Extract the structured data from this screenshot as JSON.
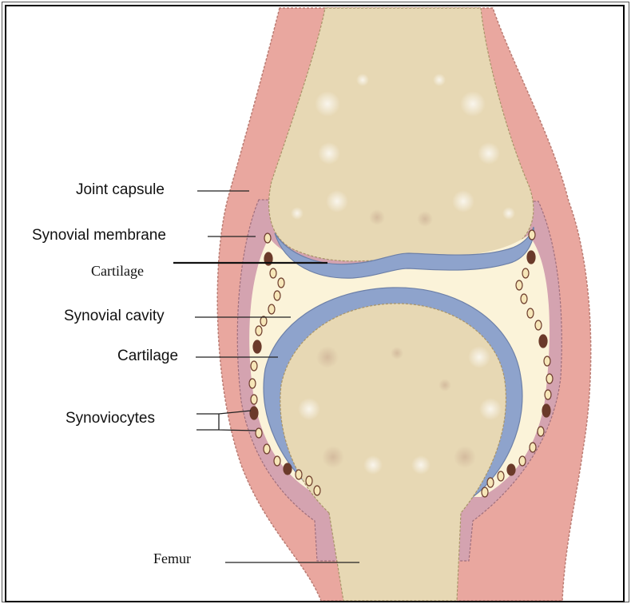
{
  "labels": {
    "joint_capsule": "Joint capsule",
    "synovial_membrane": "Synovial membrane",
    "cartilage_upper": "Cartilage",
    "synovial_cavity": "Synovial cavity",
    "cartilage_lower": "Cartilage",
    "synoviocytes": "Synoviocytes",
    "femur": "Femur"
  },
  "colors": {
    "capsule": "#e9a79f",
    "capsule_edge": "#c98880",
    "membrane": "#d4a3b0",
    "bone": "#e7d8b4",
    "cartilage": "#8ea3cc",
    "cavity": "#fbf3d9",
    "cell": "#6b3a2a"
  }
}
